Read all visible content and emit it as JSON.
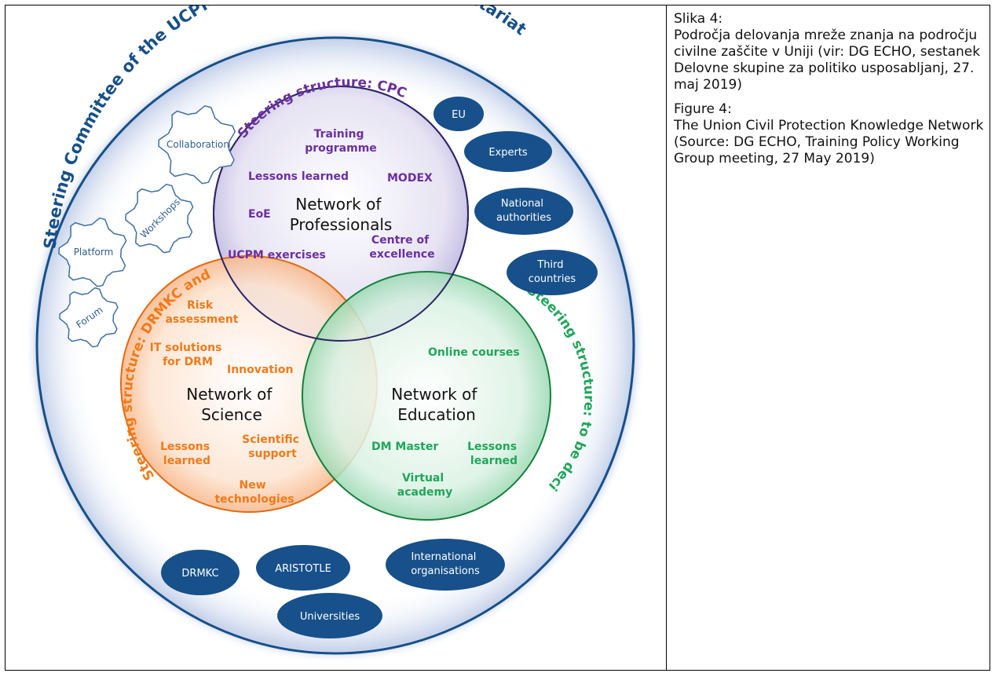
{
  "outer_ring_title": "Steering Committee of the UCPM Knowledge Network + Secretariat",
  "steering": {
    "purple": "Steering structure: CPC",
    "orange": "Steering structure: DRMKC and ARISTOTLE-ENHSP",
    "green": "Steering structure: to be decided"
  },
  "circles": {
    "professionals": {
      "title": [
        "Network of",
        "Professionals"
      ],
      "items": {
        "training": [
          "Training",
          "programme"
        ],
        "lessons": "Lessons learned",
        "modex": "MODEX",
        "eoe": "EoE",
        "coe": [
          "Centre of",
          "excellence"
        ],
        "exercises": "UCPM exercises"
      }
    },
    "science": {
      "title": [
        "Network of",
        "Science"
      ],
      "items": {
        "risk": [
          "Risk",
          "assessment"
        ],
        "it": [
          "IT solutions",
          "for DRM"
        ],
        "innovation": "Innovation",
        "lessons": [
          "Lessons",
          "learned"
        ],
        "support": [
          "Scientific",
          "support"
        ],
        "tech": [
          "New",
          "technologies"
        ]
      }
    },
    "education": {
      "title": [
        "Network of",
        "Education"
      ],
      "items": {
        "online": "Online courses",
        "master": "DM Master",
        "lessons": [
          "Lessons",
          "learned"
        ],
        "virtual": [
          "Virtual",
          "academy"
        ]
      }
    }
  },
  "gears": [
    "Collaboration",
    "Workshops",
    "Platform",
    "Forum"
  ],
  "pills": {
    "eu": "EU",
    "experts": "Experts",
    "national": [
      "National",
      "authorities"
    ],
    "third": [
      "Third",
      "countries"
    ],
    "drmkc": "DRMKC",
    "aristotle": "ARISTOTLE",
    "international": [
      "International",
      "organisations"
    ],
    "universities": "Universities"
  },
  "caption": {
    "sl_label": "Slika 4:",
    "sl_text": "Področja delovanja mreže znanja na področju civilne zaščite v Uniji (vir: DG ECHO, sestanek Delovne skupine za politiko usposabljanj, 27. maj 2019)",
    "en_label": "Figure 4:",
    "en_text": "The Union Civil Protection Knowledge Network (Source: DG ECHO, Training Policy Working Group meeting, 27 May 2019)"
  },
  "colors": {
    "navy": "#17508a",
    "purple": "#6b2fa0",
    "orange": "#f07a1a",
    "green": "#1fa65a"
  }
}
